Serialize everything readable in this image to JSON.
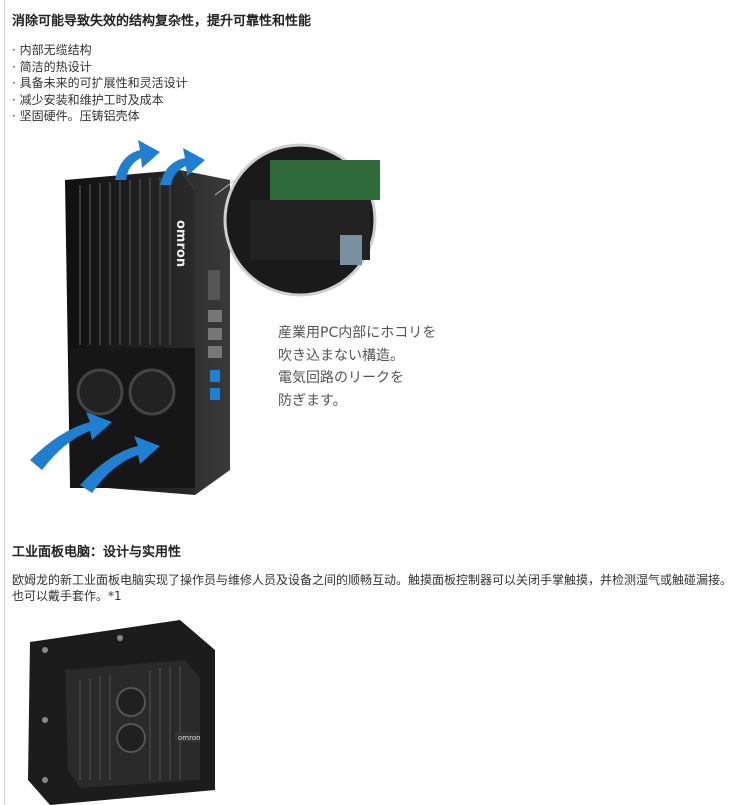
{
  "section1": {
    "heading": "消除可能导致失效的结构复杂性，提升可靠性和性能",
    "bullets": [
      "内部无缆结构",
      "简洁的热设计",
      "具备未来的可扩展性和灵活设计",
      "减少安装和维护工时及成本",
      "坚固硬件。压铸铝壳体"
    ],
    "jp_caption": [
      "産業用PC内部にホコリを",
      "吹き込まない構造。",
      "電気回路のリークを",
      "防ぎます。"
    ],
    "brand_logo": "omron"
  },
  "section2": {
    "heading": "工业面板电脑：设计与实用性",
    "paragraph": "欧姆龙的新工业面板电脑实现了操作员与维修人员及设备之间的顺畅互动。触摸面板控制器可以关闭手掌触摸，并检测湿气或触碰漏接。也可以戴手套作。*1",
    "brand_logo": "omron"
  },
  "colors": {
    "arrow_blue": "#1f7fd0",
    "device_black": "#1b1b1b"
  }
}
